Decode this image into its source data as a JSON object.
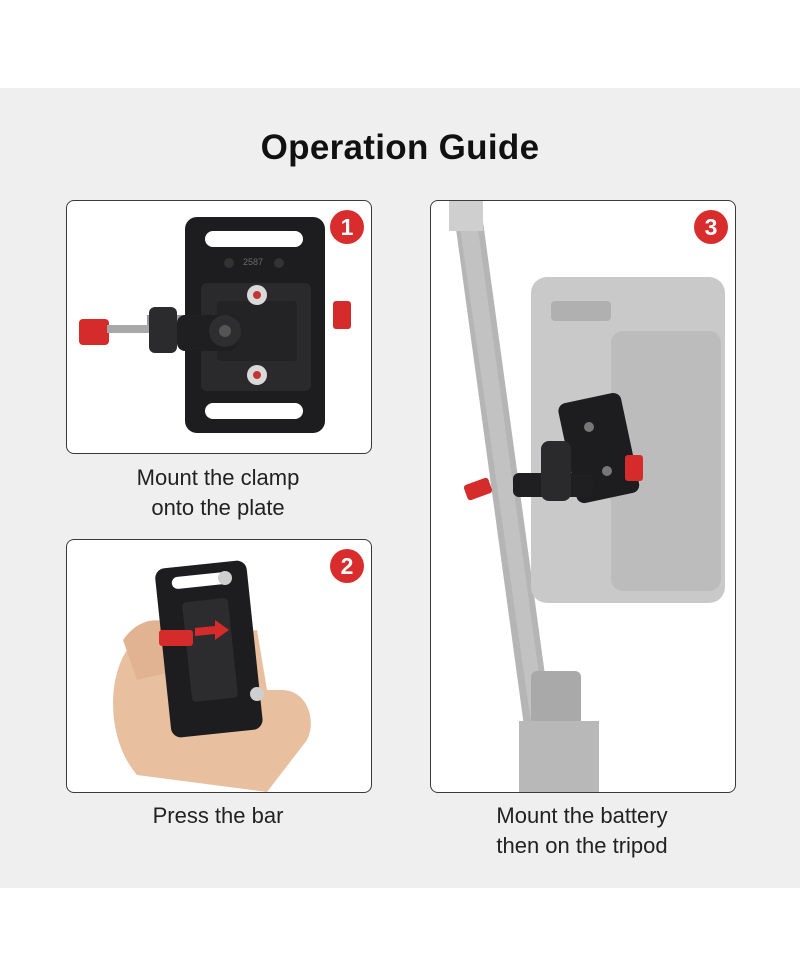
{
  "title": "Operation Guide",
  "steps": [
    {
      "number": "1",
      "caption_line1": "Mount the clamp",
      "caption_line2": "onto the plate"
    },
    {
      "number": "2",
      "caption_line1": "Press the bar",
      "caption_line2": ""
    },
    {
      "number": "3",
      "caption_line1": "Mount the battery",
      "caption_line2": "then on the tripod"
    }
  ],
  "product_engraving": "2587",
  "colors": {
    "accent_red": "#d92d2d",
    "panel_border": "#3a3a3a",
    "background": "#efefef"
  }
}
